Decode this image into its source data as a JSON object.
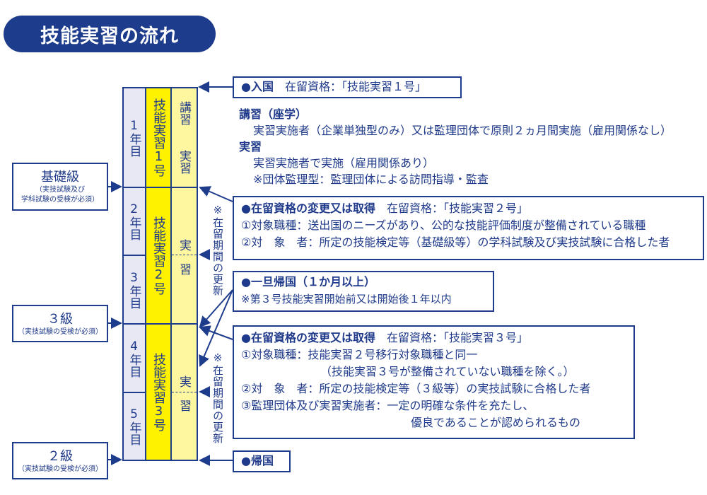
{
  "title": "技能実習の流れ",
  "years": [
    "1年目",
    "2年目",
    "3年目",
    "4年目",
    "5年目"
  ],
  "stages": [
    "技能実習1号",
    "技能実習2号",
    "技能実習3号"
  ],
  "sub": {
    "kosyu": "講習",
    "jissyu": "実習",
    "ji": "実",
    "syu": "習"
  },
  "left": [
    {
      "title": "基礎級",
      "note1": "（実技試験及び",
      "note2": "学科試験の受検が必須）"
    },
    {
      "title": "３級",
      "note": "（実技試験の受検が必須）"
    },
    {
      "title": "２級",
      "note": "（実技試験の受検が必須）"
    }
  ],
  "renewal": "※在留期間の更新",
  "entry": {
    "head": "●入国",
    "text": "在留資格：「技能実習１号」"
  },
  "lecture": {
    "h1": "講習（座学）",
    "l1": "実習実施者（企業単独型のみ）又は監理団体で原則２ヵ月間実施（雇用関係なし）",
    "h2": "実習",
    "l2": "実習実施者で実施（雇用関係あり）",
    "l3": "※団体監理型：監理団体による訪問指導・監査"
  },
  "change2": {
    "head": "●在留資格の変更又は取得",
    "status": "在留資格：「技能実習２号」",
    "l1": "①対象職種：送出国のニーズがあり、公的な技能評価制度が整備されている職種",
    "l2": "②対　象　者：所定の技能検定等（基礎級等）の学科試験及び実技試験に合格した者"
  },
  "return_temp": {
    "head": "●一旦帰国（１か月以上）",
    "text": "※第３号技能実習開始前又は開始後１年以内"
  },
  "change3": {
    "head": "●在留資格の変更又は取得",
    "status": "在留資格：「技能実習３号」",
    "l1": "①対象職種：技能実習２号移行対象職種と同一",
    "l1b": "（技能実習３号が整備されていない職種を除く。）",
    "l2": "②対　象　者：所定の技能検定等（３級等）の実技試験に合格した者",
    "l3": "③監理団体及び実習実施者：一定の明確な条件を充たし、",
    "l3b": "優良であることが認められるもの"
  },
  "return": {
    "head": "●帰国"
  }
}
